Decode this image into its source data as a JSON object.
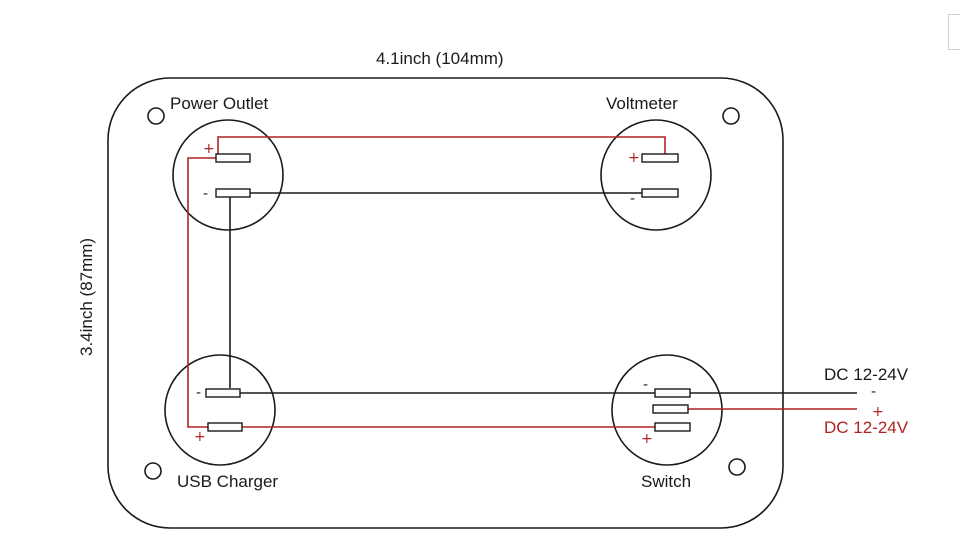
{
  "dimensions": {
    "width_label": "4.1inch (104mm)",
    "height_label": "3.4inch (87mm)"
  },
  "components": {
    "power_outlet": {
      "label": "Power Outlet",
      "plus": "+",
      "minus": "-"
    },
    "voltmeter": {
      "label": "Voltmeter",
      "plus": "+",
      "minus": "-"
    },
    "usb_charger": {
      "label": "USB Charger",
      "plus": "+",
      "minus": "-"
    },
    "switch": {
      "label": "Switch",
      "plus": "+",
      "minus": "-"
    }
  },
  "supply": {
    "negative_label": "DC 12-24V",
    "negative_sign": "-",
    "positive_label": "DC 12-24V",
    "positive_sign": "+"
  },
  "colors": {
    "positive_wire": "#b22222",
    "negative_wire": "#1a1a1a",
    "outline": "#1a1a1a"
  }
}
